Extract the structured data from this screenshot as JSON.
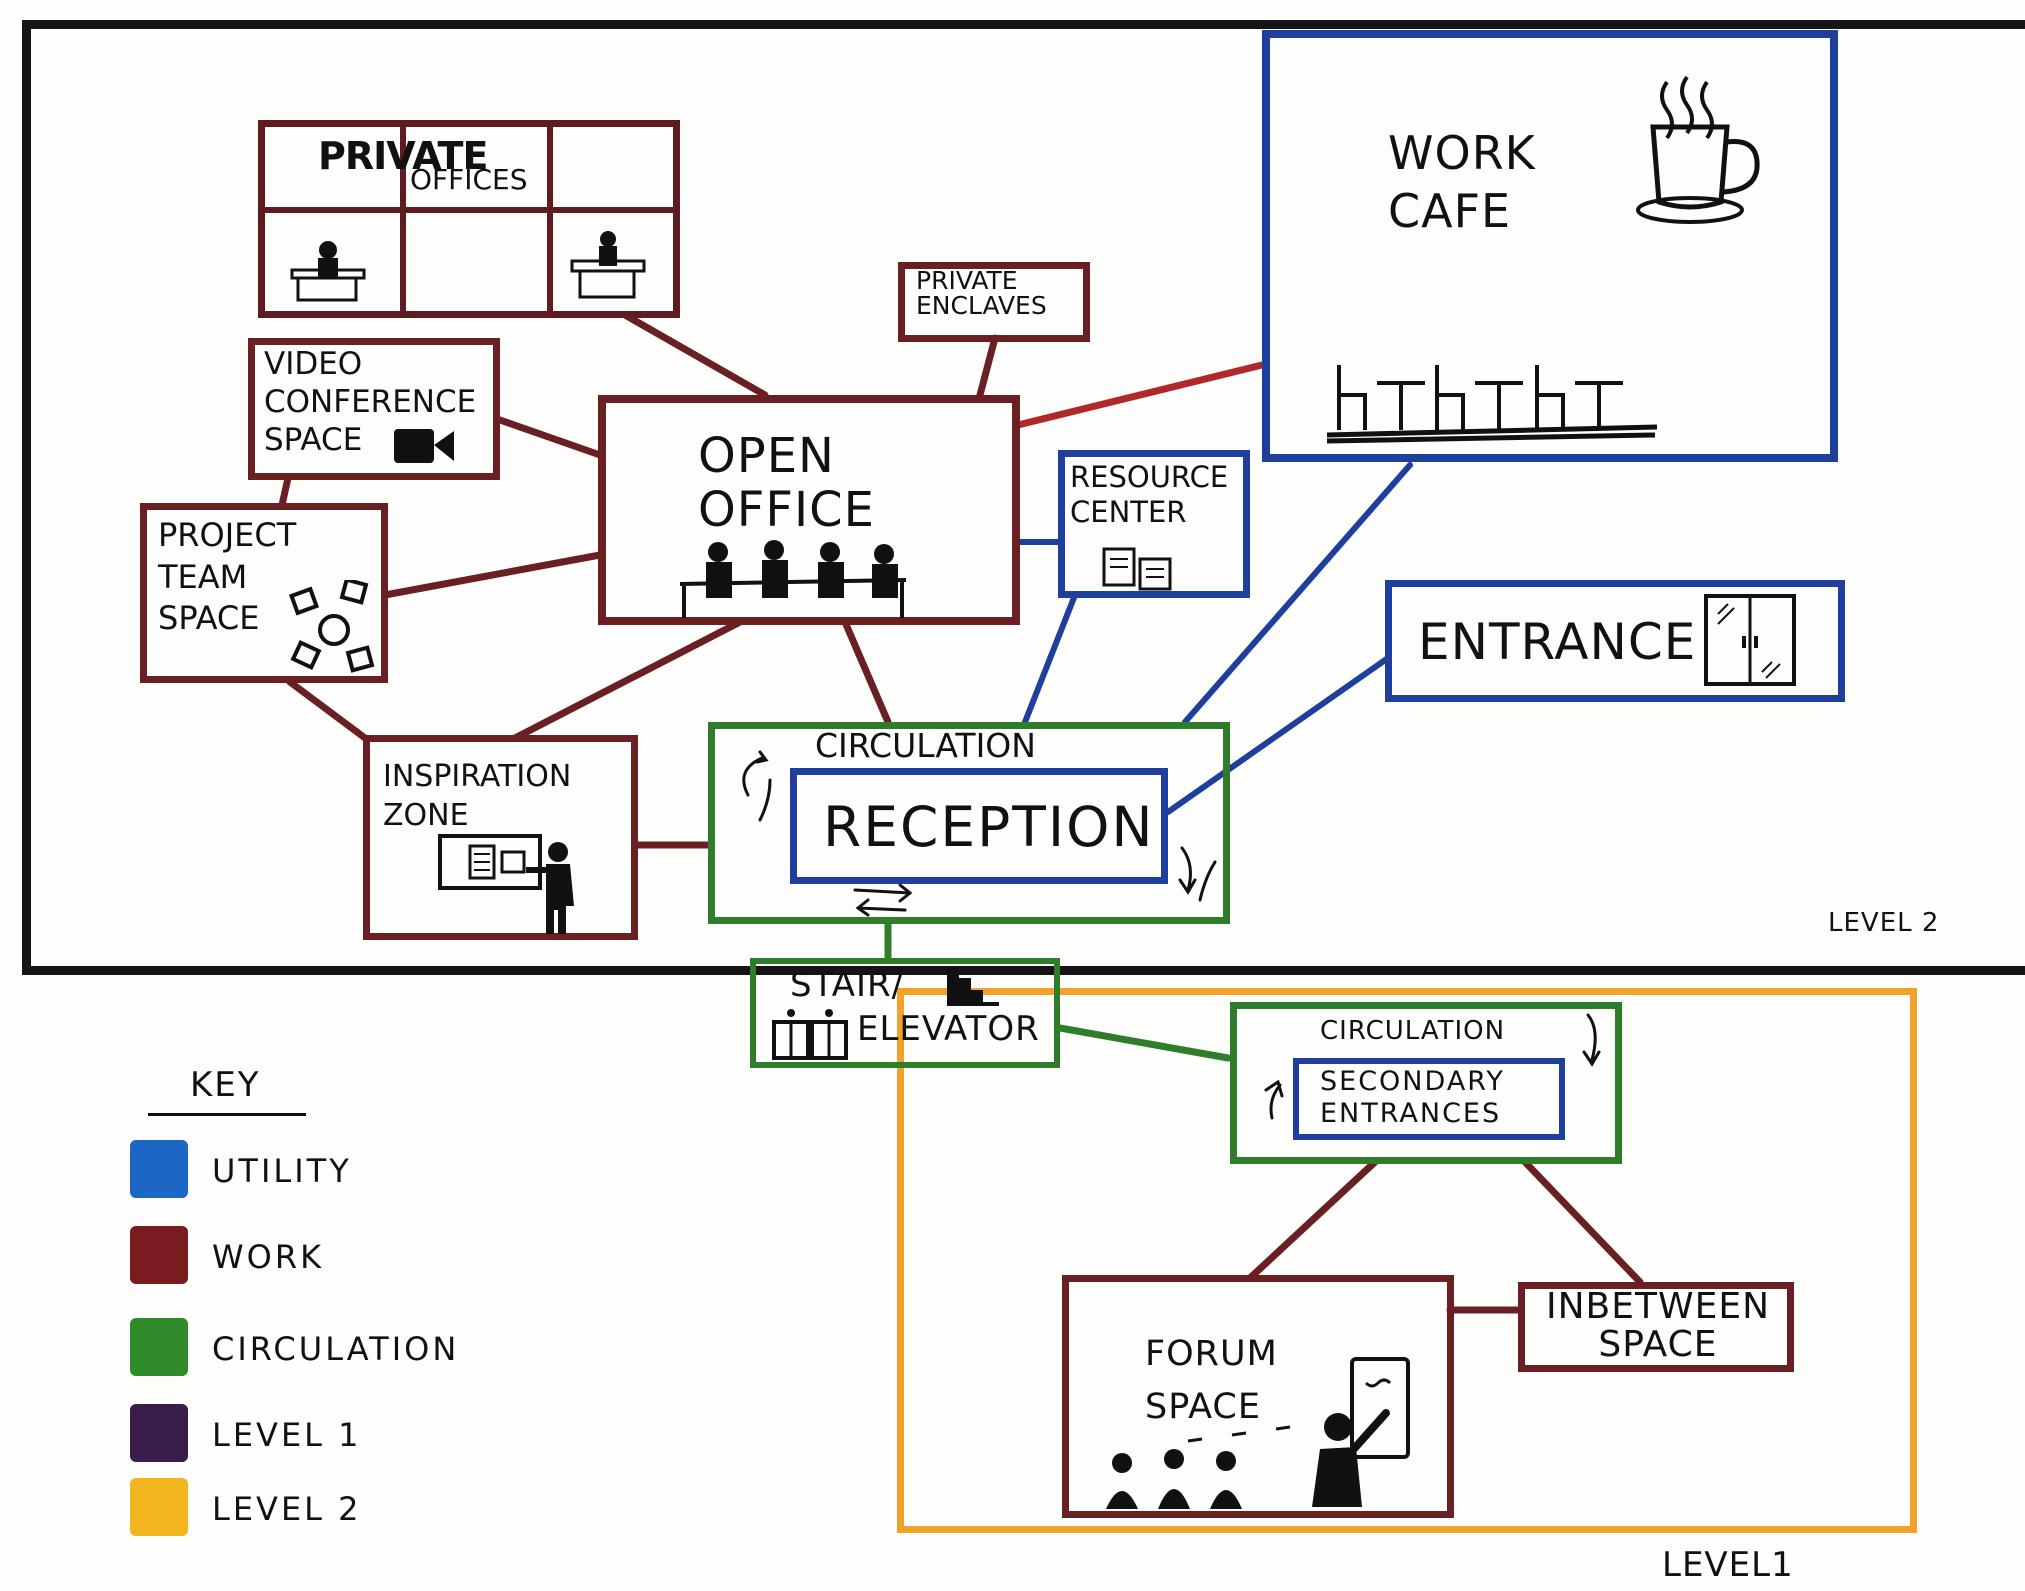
{
  "levels": {
    "level2_label": "LEVEL 2",
    "level1_label": "LEVEL1"
  },
  "rooms": {
    "private_offices_a": "PRIVATE",
    "private_offices_b": "OFFICES",
    "private_enclaves": "PRIVATE\nENCLAVES",
    "work_cafe": "WORK\nCAFE",
    "video_conference": "VIDEO\nCONFERENCE\nSPACE",
    "open_office": "OPEN\nOFFICE",
    "resource_center": "RESOURCE\nCENTER",
    "project_team": "PROJECT\nTEAM\nSPACE",
    "entrance": "ENTRANCE",
    "circulation_upper": "CIRCULATION",
    "reception": "RECEPTION",
    "inspiration_zone": "INSPIRATION\nZONE",
    "stair_elevator_a": "STAIR/",
    "stair_elevator_b": "ELEVATOR",
    "circulation_lower": "CIRCULATION",
    "secondary_entrances": "SECONDARY\nENTRANCES",
    "forum_space": "FORUM\nSPACE",
    "inbetween_space": "INBETWEEN\nSPACE"
  },
  "key": {
    "title": "KEY",
    "items": [
      {
        "label": "UTILITY",
        "color": "#1c66c4"
      },
      {
        "label": "WORK",
        "color": "#7a1c1f"
      },
      {
        "label": "CIRCULATION",
        "color": "#2f8a2a"
      },
      {
        "label": "LEVEL 1",
        "color": "#3a1d4a"
      },
      {
        "label": "LEVEL 2",
        "color": "#f2b520"
      }
    ]
  },
  "colors": {
    "work": "#6a1f23",
    "utility": "#1f3f9c",
    "circulation": "#2f7d2b",
    "level1": "#f1a22a",
    "level2": "#151515"
  }
}
